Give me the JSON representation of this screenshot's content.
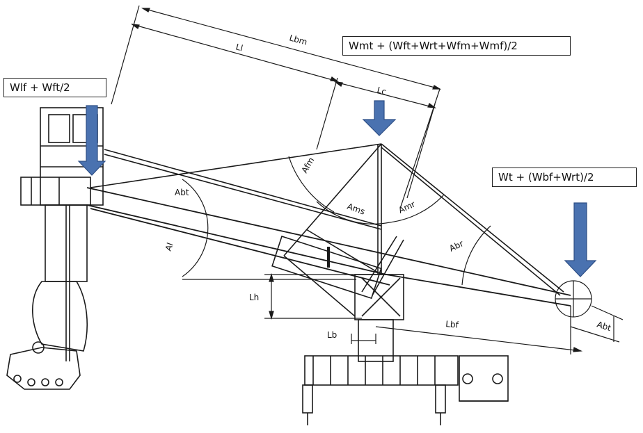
{
  "load_labels": {
    "left": "Wlf + Wft/2",
    "middle": "Wmt + (Wft+Wrt+Wfm+Wmf)/2",
    "right": "Wt + (Wbf+Wrt)/2"
  },
  "dimension_labels": {
    "lbm": "Lbm",
    "ll": "Ll",
    "lc": "Lc",
    "lh": "Lh",
    "lb": "Lb",
    "lbf": "Lbf"
  },
  "angle_labels": {
    "abt": "Abt",
    "afm": "Afm",
    "ams": "Ams",
    "amr": "Amr",
    "abr": "Abr",
    "al": "Al",
    "abt_right": "Abt"
  },
  "colors": {
    "arrow": "#4a72b0",
    "arrow_stroke": "#2e4f86",
    "line": "#1a1a1a"
  }
}
